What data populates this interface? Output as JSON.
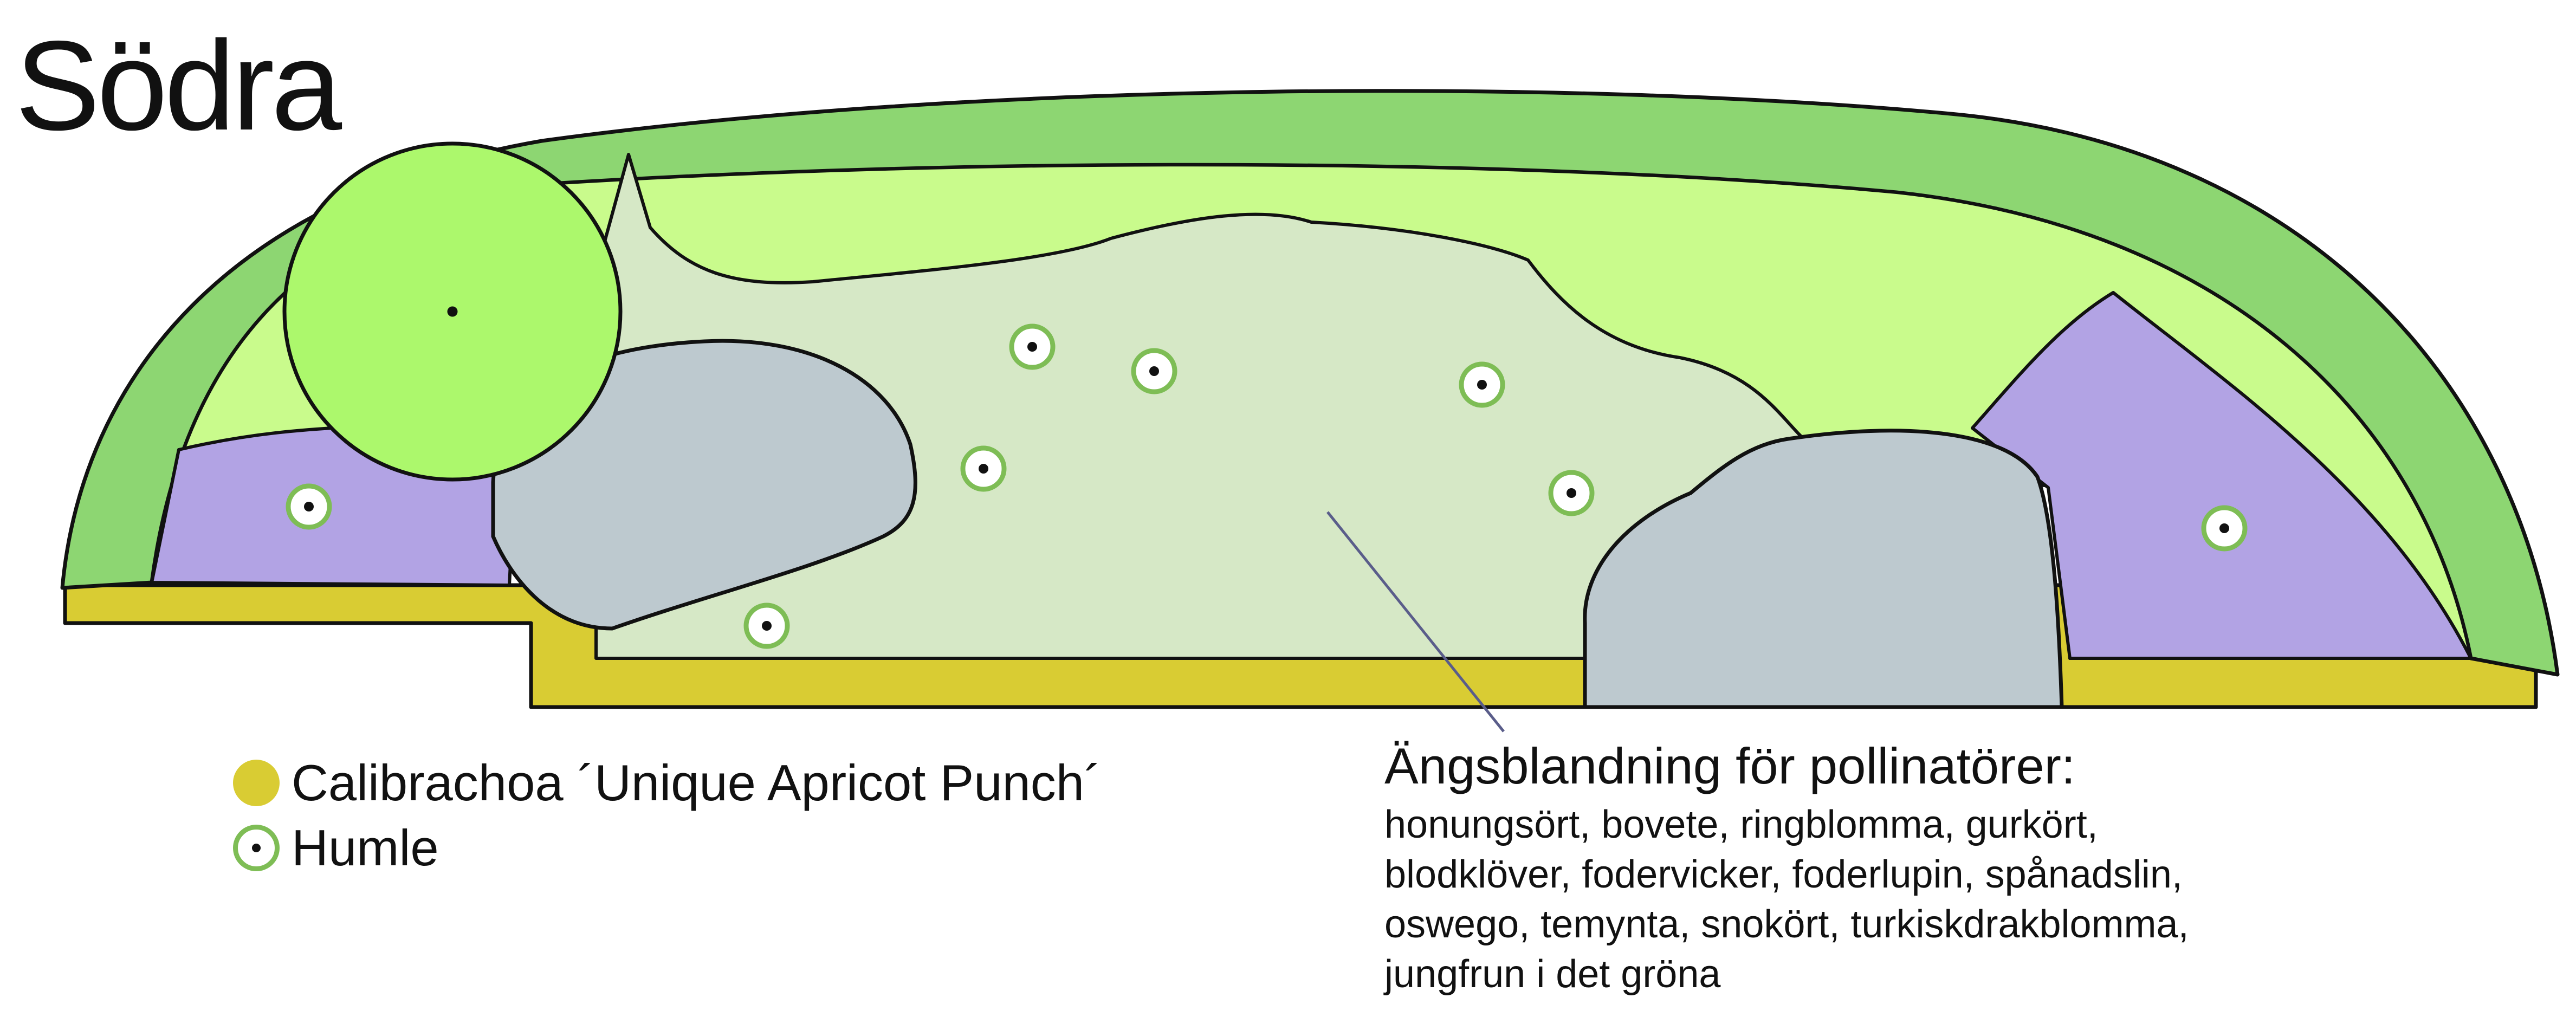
{
  "title": "Södra",
  "legend": [
    {
      "label": "Calibrachoa ´Unique Apricot Punch´",
      "symbol": "filled-yellow-circle"
    },
    {
      "label": "Humle",
      "symbol": "ringed-dot"
    }
  ],
  "meadow_mix": {
    "heading": "Ängsblandning för pollinatörer:",
    "lines": [
      "honungsört, bovete, ringblomma, gurkört,",
      "blodklöver, fodervicker, foderlupin, spånadslin,",
      "oswego, temynta, snokört, turkiskdrakblomma,",
      "jungfrun i det gröna"
    ]
  },
  "colors": {
    "hedge": "#8dd672",
    "lawn": "#c9fb8c",
    "meadow": "#d6e8c6",
    "lavender": "#b2a3e4",
    "rock": "#bdc9cf",
    "calibrachoa": "#d9cc33",
    "tree": "#acf86c",
    "hop_ring": "#7ebd55",
    "outline": "#111111",
    "pointer": "#5a5d8a"
  }
}
